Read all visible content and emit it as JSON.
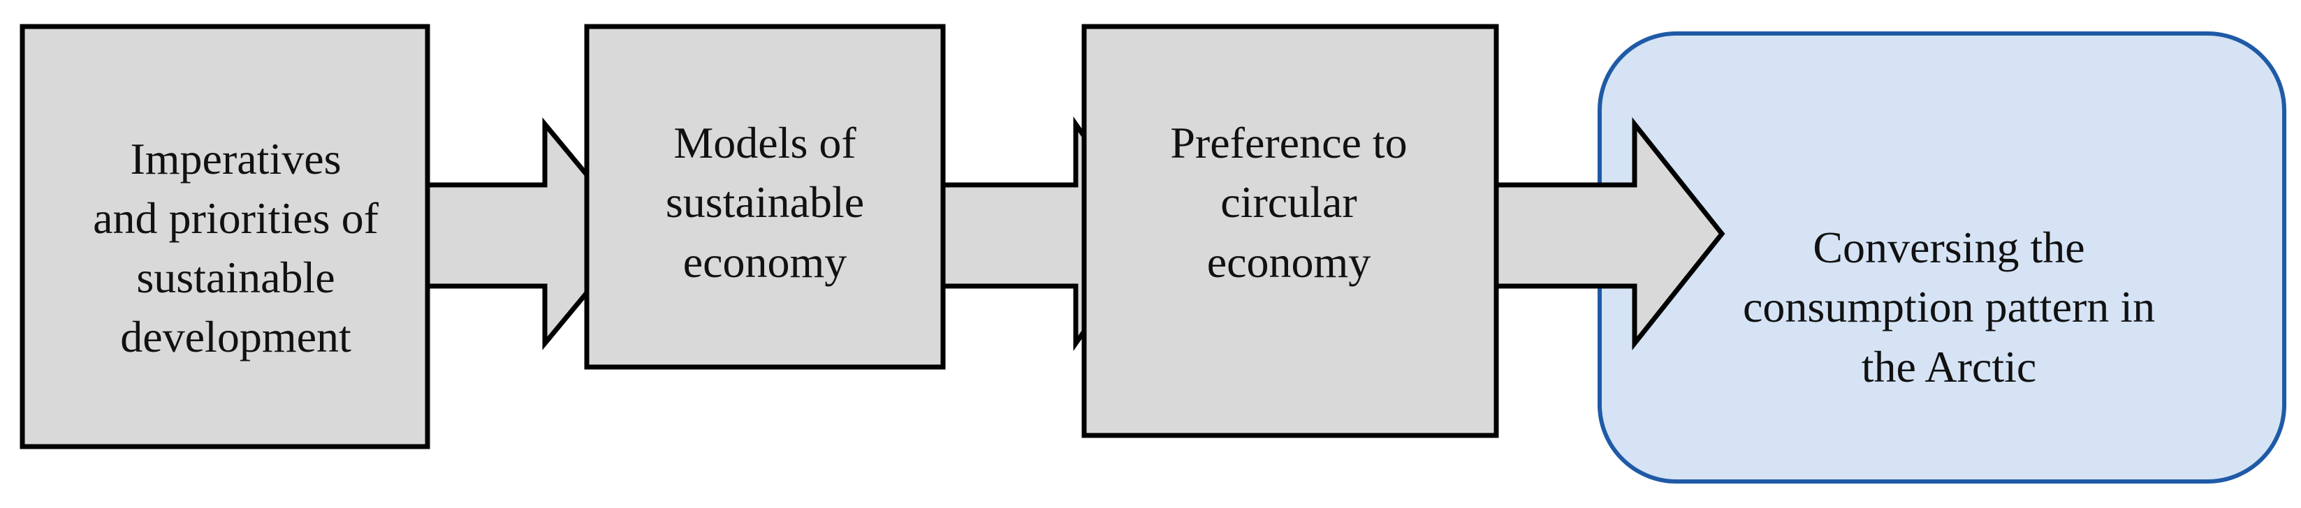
{
  "colors": {
    "box_fill": "#d9d9d9",
    "box_stroke": "#000000",
    "final_fill": "#d5e3f5",
    "final_stroke": "#1f5aa6"
  },
  "steps": [
    {
      "lines": [
        "Imperatives",
        "and priorities of",
        "sustainable",
        "development"
      ]
    },
    {
      "lines": [
        "Models of",
        "sustainable",
        "economy"
      ]
    },
    {
      "lines": [
        "Preference to",
        "circular",
        "economy"
      ]
    },
    {
      "lines": [
        "Conversing the",
        "consumption pattern in",
        "the Arctic"
      ]
    }
  ]
}
